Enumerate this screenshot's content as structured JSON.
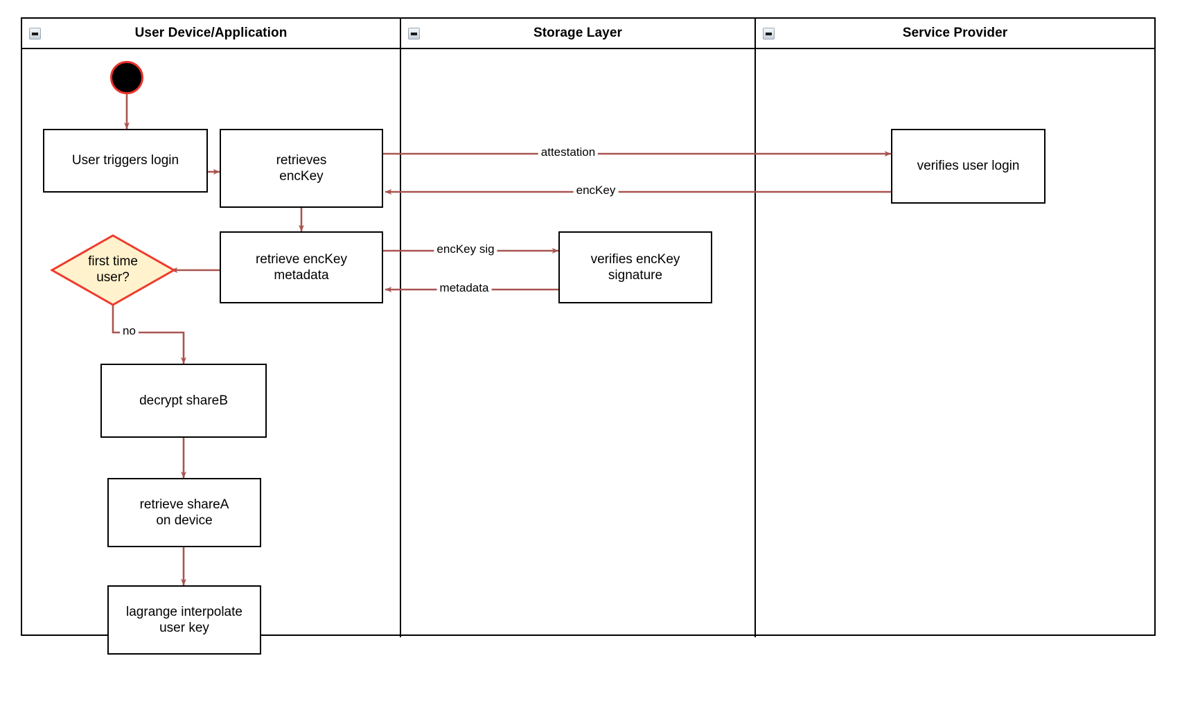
{
  "diagram": {
    "type": "swimlane-activity-diagram",
    "lanes": [
      {
        "id": "user-device",
        "title": "User Device/Application",
        "collapse_icon": "collapse-minus-icon"
      },
      {
        "id": "storage-layer",
        "title": "Storage Layer",
        "collapse_icon": "collapse-minus-icon"
      },
      {
        "id": "service-provider",
        "title": "Service Provider",
        "collapse_icon": "collapse-minus-icon"
      }
    ],
    "nodes": [
      {
        "id": "start",
        "shape": "start-circle",
        "lane": "user-device",
        "label": ""
      },
      {
        "id": "user-triggers-login",
        "shape": "rect",
        "lane": "user-device",
        "label": "User triggers login"
      },
      {
        "id": "retrieves-enckey",
        "shape": "rect",
        "lane": "user-device",
        "label": "retrieves\nencKey"
      },
      {
        "id": "retrieve-enckey-metadata",
        "shape": "rect",
        "lane": "user-device",
        "label": "retrieve encKey\nmetadata"
      },
      {
        "id": "first-time-user",
        "shape": "diamond",
        "lane": "user-device",
        "label": "first time\nuser?"
      },
      {
        "id": "decrypt-shareb",
        "shape": "rect",
        "lane": "user-device",
        "label": "decrypt shareB"
      },
      {
        "id": "retrieve-sharea-on-device",
        "shape": "rect",
        "lane": "user-device",
        "label": "retrieve shareA\non device"
      },
      {
        "id": "lagrange-interpolate-user-key",
        "shape": "rect",
        "lane": "user-device",
        "label": "lagrange interpolate\nuser key"
      },
      {
        "id": "verifies-enckey-signature",
        "shape": "rect",
        "lane": "storage-layer",
        "label": "verifies encKey\nsignature"
      },
      {
        "id": "verifies-user-login",
        "shape": "rect",
        "lane": "service-provider",
        "label": "verifies user login"
      }
    ],
    "edges": [
      {
        "id": "start-to-login",
        "from": "start",
        "to": "user-triggers-login",
        "label": ""
      },
      {
        "id": "login-to-retrieves",
        "from": "user-triggers-login",
        "to": "retrieves-enckey",
        "label": ""
      },
      {
        "id": "retrieves-to-verifies-login",
        "from": "retrieves-enckey",
        "to": "verifies-user-login",
        "label": "attestation"
      },
      {
        "id": "verifies-login-to-retrieves",
        "from": "verifies-user-login",
        "to": "retrieves-enckey",
        "label": "encKey"
      },
      {
        "id": "retrieves-to-metadata",
        "from": "retrieves-enckey",
        "to": "retrieve-enckey-metadata",
        "label": ""
      },
      {
        "id": "metadata-to-verifies-sig",
        "from": "retrieve-enckey-metadata",
        "to": "verifies-enckey-signature",
        "label": "encKey sig"
      },
      {
        "id": "verifies-sig-to-metadata",
        "from": "verifies-enckey-signature",
        "to": "retrieve-enckey-metadata",
        "label": "metadata"
      },
      {
        "id": "metadata-to-decision",
        "from": "retrieve-enckey-metadata",
        "to": "first-time-user",
        "label": ""
      },
      {
        "id": "decision-to-decrypt",
        "from": "first-time-user",
        "to": "decrypt-shareb",
        "label": "no"
      },
      {
        "id": "decrypt-to-sharea",
        "from": "decrypt-shareb",
        "to": "retrieve-sharea-on-device",
        "label": ""
      },
      {
        "id": "sharea-to-lagrange",
        "from": "retrieve-sharea-on-device",
        "to": "lagrange-interpolate-user-key",
        "label": ""
      }
    ],
    "colors": {
      "edge": "#a85450",
      "node_border": "#000000",
      "node_fill": "#ffffff",
      "decision_fill": "#fff2cc",
      "decision_border": "#ef3b2d",
      "start_fill": "#000000",
      "start_border": "#e8322b",
      "lane_border": "#000000"
    }
  }
}
